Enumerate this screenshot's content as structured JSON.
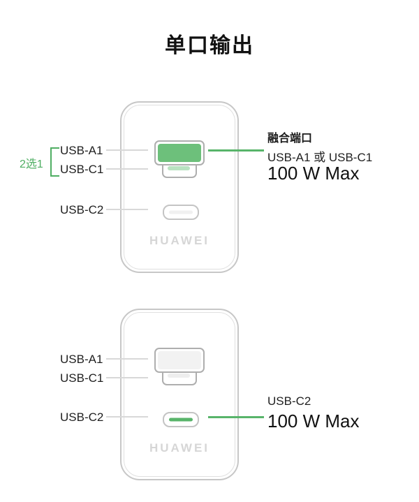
{
  "page": {
    "title": "单口输出"
  },
  "colors": {
    "accent_green": "#58b46a",
    "port_fill_green": "#6dc07b",
    "port_pill_light_green": "#b9e2c1",
    "selector_green": "#4fae63",
    "border_gray": "#c7c7c7",
    "leader_gray": "#d8d8d8",
    "brand_gray": "#d6d6d6",
    "text_black": "#1c1c1c"
  },
  "top_diagram": {
    "selector_label": "2选1",
    "labels": {
      "usb_a1": "USB-A1",
      "usb_c1": "USB-C1",
      "usb_c2": "USB-C2"
    },
    "brand": "HUAWEI",
    "annotation": {
      "heading": "融合端口",
      "ports": "USB-A1 或 USB-C1",
      "power": "100 W Max"
    }
  },
  "bottom_diagram": {
    "labels": {
      "usb_a1": "USB-A1",
      "usb_c1": "USB-C1",
      "usb_c2": "USB-C2"
    },
    "brand": "HUAWEI",
    "annotation": {
      "port": "USB-C2",
      "power": "100 W Max"
    }
  }
}
